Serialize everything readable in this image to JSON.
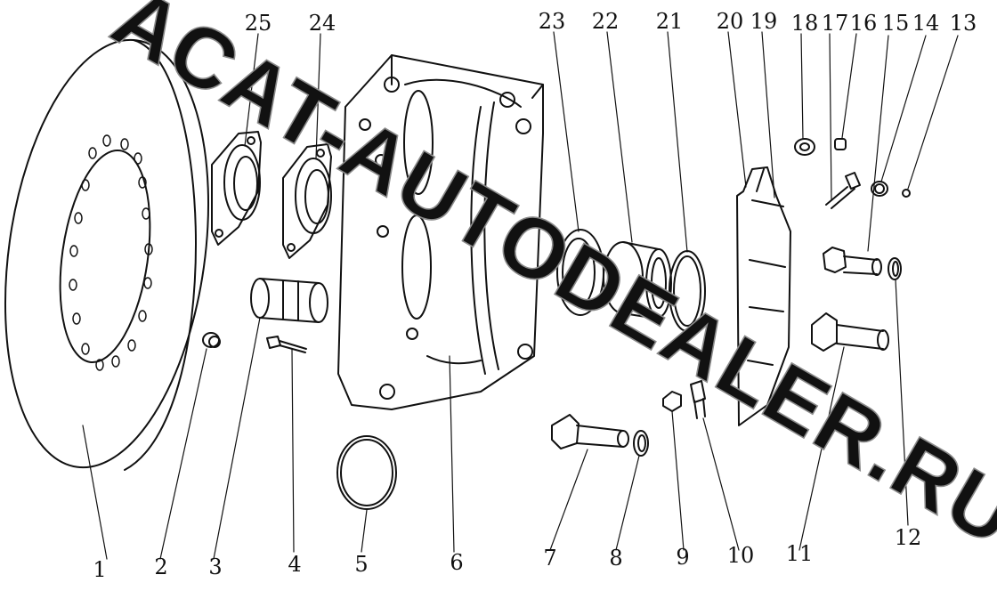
{
  "watermark": "ACAT-AUTODEALER.RU",
  "callouts": [
    "1",
    "2",
    "3",
    "4",
    "5",
    "6",
    "7",
    "8",
    "9",
    "10",
    "11",
    "12",
    "13",
    "14",
    "15",
    "16",
    "17",
    "18",
    "19",
    "20",
    "21",
    "22",
    "23",
    "24",
    "25"
  ],
  "colors": {
    "ink": "#111111",
    "watermark_outline": "#8a8a8a",
    "paper": "#ffffff"
  }
}
